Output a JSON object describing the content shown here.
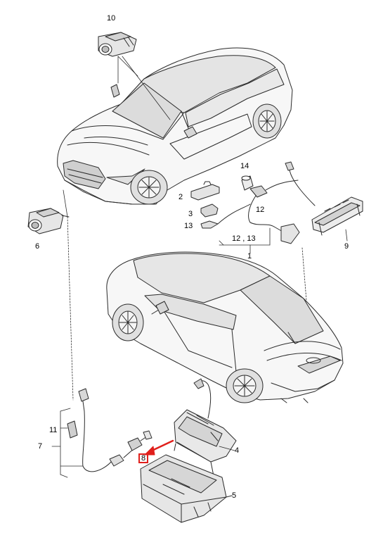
{
  "callouts": [
    {
      "id": "10",
      "label": "10"
    },
    {
      "id": "14",
      "label": "14"
    },
    {
      "id": "2",
      "label": "2"
    },
    {
      "id": "3",
      "label": "3"
    },
    {
      "id": "13",
      "label": "13"
    },
    {
      "id": "12",
      "label": "12"
    },
    {
      "id": "12_13",
      "label": "12 , 13"
    },
    {
      "id": "1",
      "label": "1"
    },
    {
      "id": "9",
      "label": "9"
    },
    {
      "id": "6",
      "label": "6"
    },
    {
      "id": "11",
      "label": "11"
    },
    {
      "id": "7",
      "label": "7"
    },
    {
      "id": "4",
      "label": "4"
    },
    {
      "id": "8",
      "label": "8"
    },
    {
      "id": "5",
      "label": "5"
    }
  ],
  "colors": {
    "line": "#2b2b2b",
    "part_fill": "#f2f2f2",
    "part_shade": "#d4d4d4",
    "highlight": "#e0201c"
  },
  "highlighted_callout": "8"
}
